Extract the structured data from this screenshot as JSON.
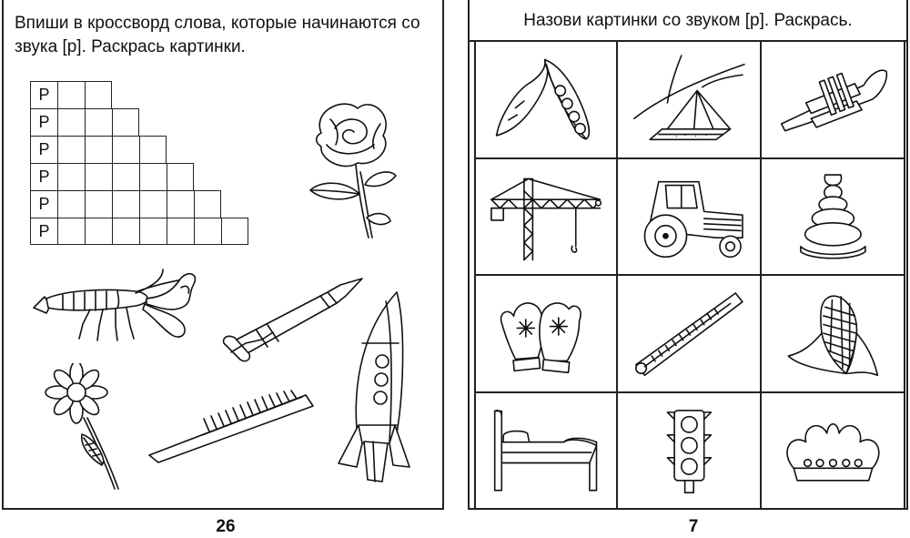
{
  "left_page": {
    "instruction": "Впиши в кроссворд слова, которые начинаются со звука [р]. Раскрась картинки.",
    "crossword_start_letter": "Р",
    "crossword_row_lengths": [
      3,
      4,
      5,
      6,
      7,
      8
    ],
    "pictures": [
      "rose-icon",
      "crayfish-icon",
      "pen-icon",
      "rocket-icon",
      "daisy-icon",
      "comb-icon"
    ],
    "page_number": "26"
  },
  "right_page": {
    "instruction": "Назови картинки со звуком [р]. Раскрась.",
    "grid_pictures": [
      "peas-icon",
      "bird-feeder-icon",
      "trumpet-icon",
      "crane-icon",
      "tractor-icon",
      "pyramid-toy-icon",
      "mittens-icon",
      "thermometer-icon",
      "corn-icon",
      "bed-icon",
      "traffic-light-icon",
      "crown-icon"
    ],
    "page_number": "7"
  }
}
